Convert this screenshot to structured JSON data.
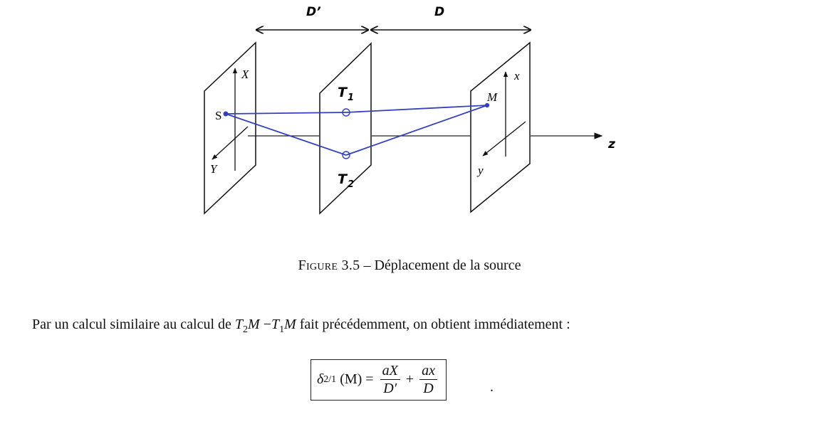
{
  "figure": {
    "dim_left": "D’",
    "dim_right": "D",
    "axis_z": "z",
    "label_S": "S",
    "label_X": "X",
    "label_Y": "Y",
    "label_T1_base": "T",
    "label_T1_sub": "1",
    "label_T2_base": "T",
    "label_T2_sub": "2",
    "label_M": "M",
    "label_x": "x",
    "label_y": "y",
    "ray_color": "#3340c0"
  },
  "caption": {
    "figure_word": "Figure 3.5",
    "separator": "–",
    "text": "Déplacement de la source"
  },
  "paragraph": {
    "before": "Par un calcul similaire au calcul de ",
    "t2": "T",
    "t2_sub": "2",
    "m1": "M",
    "minus": " −",
    "t1": "T",
    "t1_sub": "1",
    "m2": "M",
    "after": " fait précédemment, on obtient immédiatement :"
  },
  "equation": {
    "delta": "δ",
    "delta_sub": "2/1",
    "arg": " (M) = ",
    "frac1_num": "aX",
    "frac1_den": "D′",
    "plus": "+",
    "frac2_num": "ax",
    "frac2_den": "D",
    "end_dot": "."
  }
}
